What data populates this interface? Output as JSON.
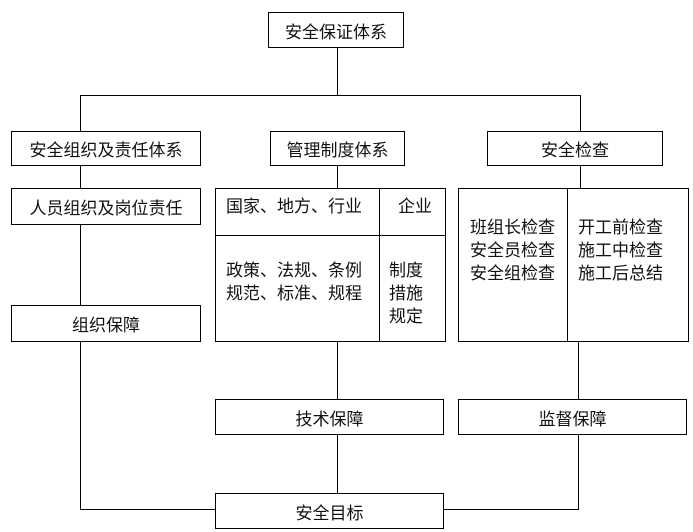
{
  "root": "安全保证体系",
  "branches": {
    "org": {
      "title": "安全组织及责任体系",
      "sub": "人员组织及岗位责任",
      "result": "组织保障"
    },
    "mgmt": {
      "title": "管理制度体系",
      "header_left": "国家、地方、行业",
      "header_right": "企业",
      "body_left": [
        "政策、法规、条例",
        "规范、标准、规程"
      ],
      "body_right": [
        "制度",
        "措施",
        "规定"
      ],
      "result": "技术保障"
    },
    "check": {
      "title": "安全检查",
      "left": [
        "班组长检查",
        "安全员检查",
        "安全组检查"
      ],
      "right": [
        "开工前检查",
        "施工中检查",
        "施工后总结"
      ],
      "result": "监督保障"
    }
  },
  "goal": "安全目标"
}
